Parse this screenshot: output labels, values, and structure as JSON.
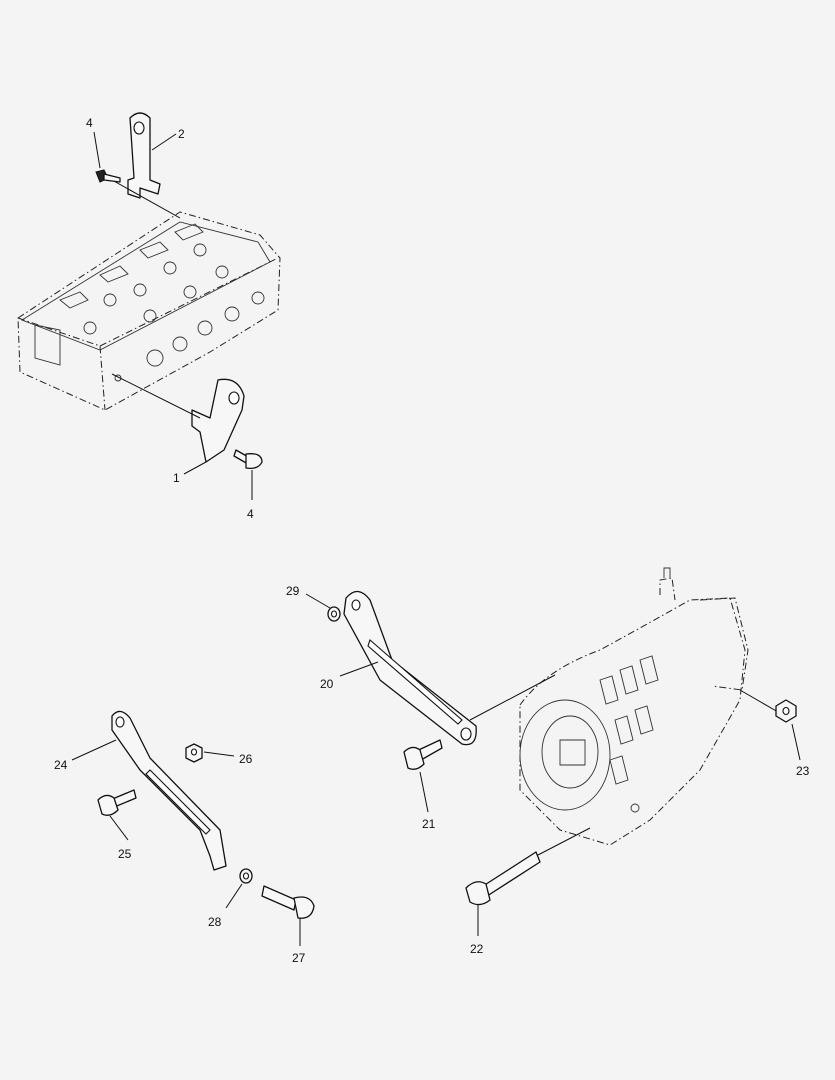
{
  "callouts": {
    "c1": "1",
    "c2": "2",
    "c4a": "4",
    "c4b": "4",
    "c20": "20",
    "c21": "21",
    "c22": "22",
    "c23": "23",
    "c24": "24",
    "c25": "25",
    "c26": "26",
    "c27": "27",
    "c28": "28",
    "c29": "29"
  }
}
